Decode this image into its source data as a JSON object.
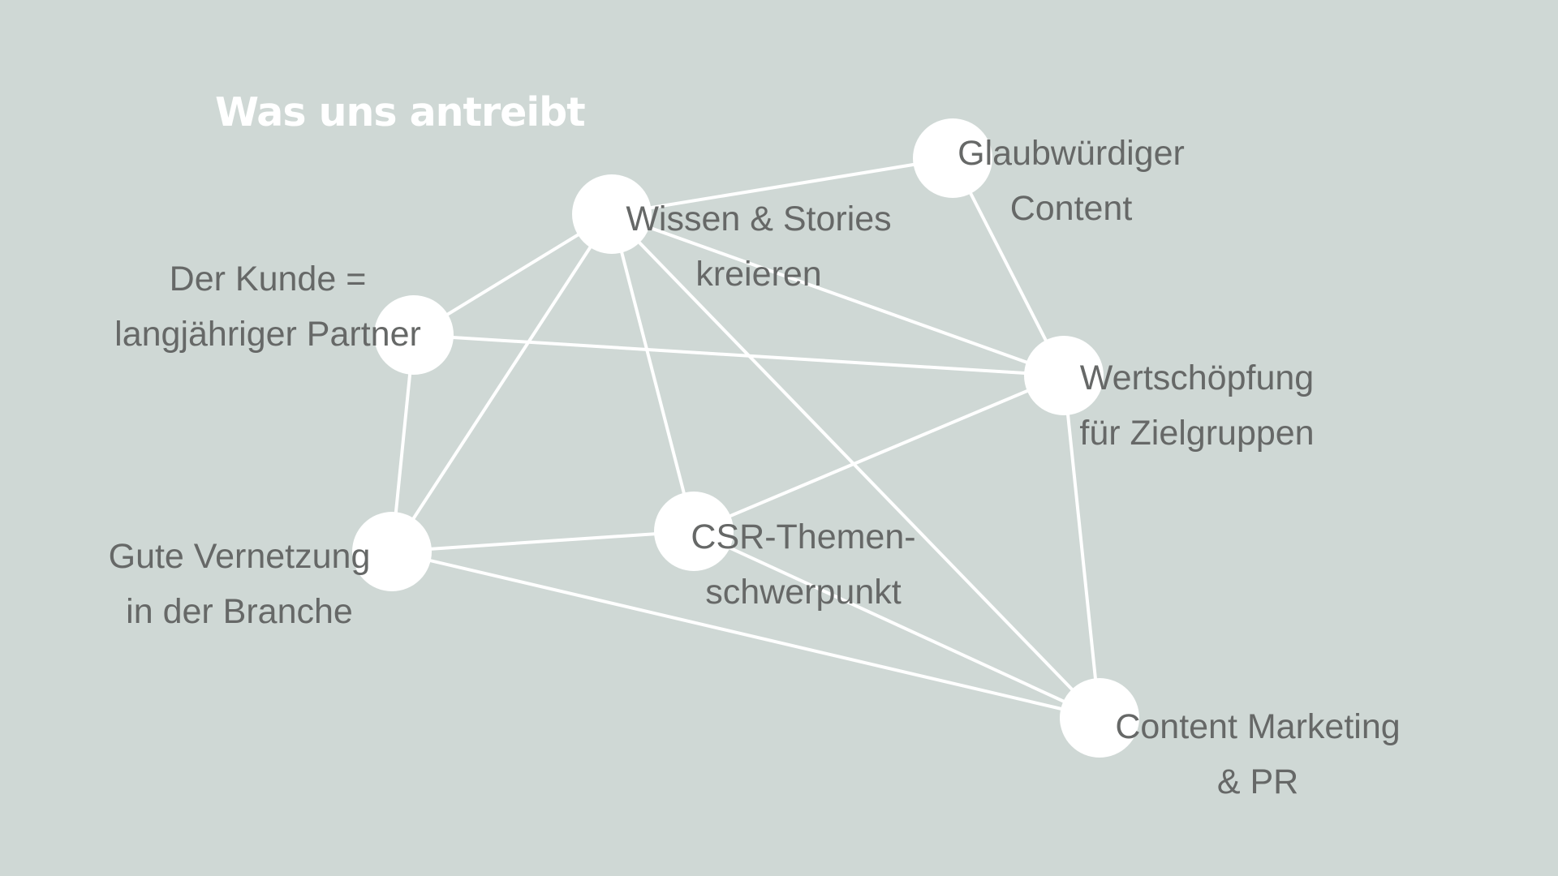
{
  "title": "Was uns antreibt",
  "colors": {
    "background": "#cfd8d5",
    "node": "#ffffff",
    "edge": "#ffffff",
    "label_text": "#666867",
    "title_text": "#ffffff"
  },
  "nodes": [
    {
      "id": "wissen",
      "lines": [
        "Wissen & Stories",
        "kreieren"
      ]
    },
    {
      "id": "glaub",
      "lines": [
        "Glaubwürdiger",
        "Content"
      ]
    },
    {
      "id": "kunde",
      "lines": [
        "Der Kunde =",
        "langjähriger Partner"
      ]
    },
    {
      "id": "wert",
      "lines": [
        "Wertschöpfung",
        "für Zielgruppen"
      ]
    },
    {
      "id": "csr",
      "lines": [
        "CSR-Themen-",
        "schwerpunkt"
      ]
    },
    {
      "id": "gute",
      "lines": [
        "Gute Vernetzung",
        "in der Branche"
      ]
    },
    {
      "id": "content",
      "lines": [
        "Content Marketing",
        "& PR"
      ]
    }
  ],
  "edges": [
    [
      "wissen",
      "glaub"
    ],
    [
      "wissen",
      "kunde"
    ],
    [
      "wissen",
      "wert"
    ],
    [
      "wissen",
      "csr"
    ],
    [
      "wissen",
      "gute"
    ],
    [
      "wissen",
      "content"
    ],
    [
      "glaub",
      "wert"
    ],
    [
      "kunde",
      "wert"
    ],
    [
      "kunde",
      "gute"
    ],
    [
      "wert",
      "csr"
    ],
    [
      "wert",
      "content"
    ],
    [
      "gute",
      "csr"
    ],
    [
      "gute",
      "content"
    ],
    [
      "csr",
      "content"
    ]
  ]
}
